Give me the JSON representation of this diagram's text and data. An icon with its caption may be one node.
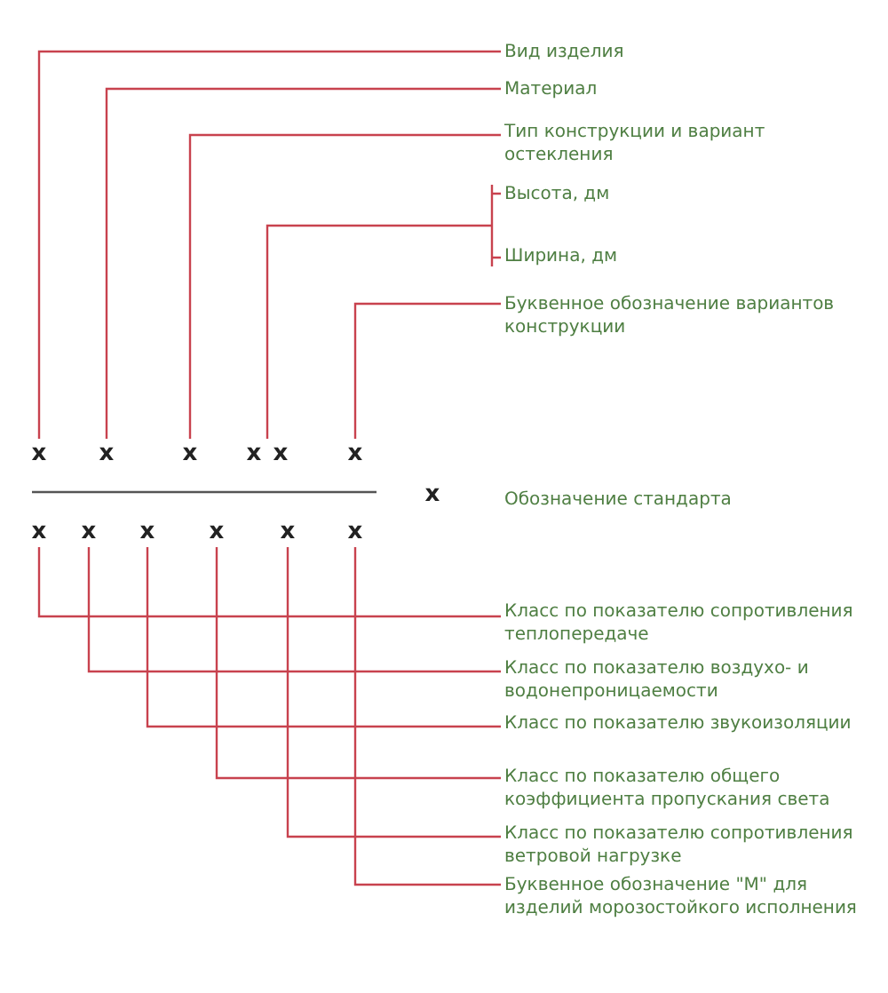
{
  "diagram": {
    "nodes": [
      {
        "text": [
          "x"
        ]
      },
      {
        "text": [
          "x"
        ]
      },
      {
        "text": [
          "x"
        ]
      },
      {
        "text": [
          "x"
        ]
      },
      {
        "text": [
          "x"
        ]
      },
      {
        "text": [
          "x"
        ]
      },
      {
        "text": [
          "Вид изделия"
        ]
      },
      {
        "text": [
          "Материал"
        ]
      },
      {
        "text": [
          "Тип конструкции и вариант остекления"
        ]
      },
      {
        "text": [
          "Высота, дм"
        ]
      },
      {
        "text": [
          "Ширина, дм"
        ]
      },
      {
        "text": [
          "Буквенное обозначение вариантов конструкции"
        ]
      },
      {
        "text": [
          "x"
        ]
      },
      {
        "text": [
          "x"
        ]
      },
      {
        "text": [
          "x"
        ]
      },
      {
        "text": [
          "x"
        ]
      },
      {
        "text": [
          "x"
        ]
      },
      {
        "text": [
          "x"
        ]
      },
      {
        "text": [
          "Класс по показателю сопротивления теплопередаче"
        ]
      },
      {
        "text": [
          "Класс по показателю воздухо- и водонепроницаемости"
        ]
      },
      {
        "text": [
          "Класс по показателю звукоизоляции"
        ]
      },
      {
        "text": [
          "Класс по показателю  общего коэффициента пропускания света"
        ]
      },
      {
        "text": [
          "Класс по показателю сопротивления ветровой нагрузке"
        ]
      },
      {
        "text": [
          "Буквенное обозначение \"М\" для изделий морозостойкого исполнения"
        ]
      }
    ],
    "edges": [
      {
        "from": 0,
        "to": 6,
        "arrow": "none"
      },
      {
        "from": 1,
        "to": 7,
        "arrow": "none"
      },
      {
        "from": 2,
        "to": 8,
        "arrow": "none"
      },
      {
        "from": 3,
        "to": 9,
        "arrow": "none"
      },
      {
        "from": 4,
        "to": 10,
        "arrow": "none"
      },
      {
        "from": 5,
        "to": 11,
        "arrow": "none"
      },
      {
        "from": 12,
        "to": 18,
        "arrow": "none"
      },
      {
        "from": 13,
        "to": 19,
        "arrow": "none"
      },
      {
        "from": 14,
        "to": 20,
        "arrow": "none"
      },
      {
        "from": 15,
        "to": 21,
        "arrow": "none"
      },
      {
        "from": 16,
        "to": 22,
        "arrow": "none"
      },
      {
        "from": 17,
        "to": 23,
        "arrow": "none"
      }
    ],
    "labels": [
      "x",
      "Обозначение стандарта"
    ]
  }
}
